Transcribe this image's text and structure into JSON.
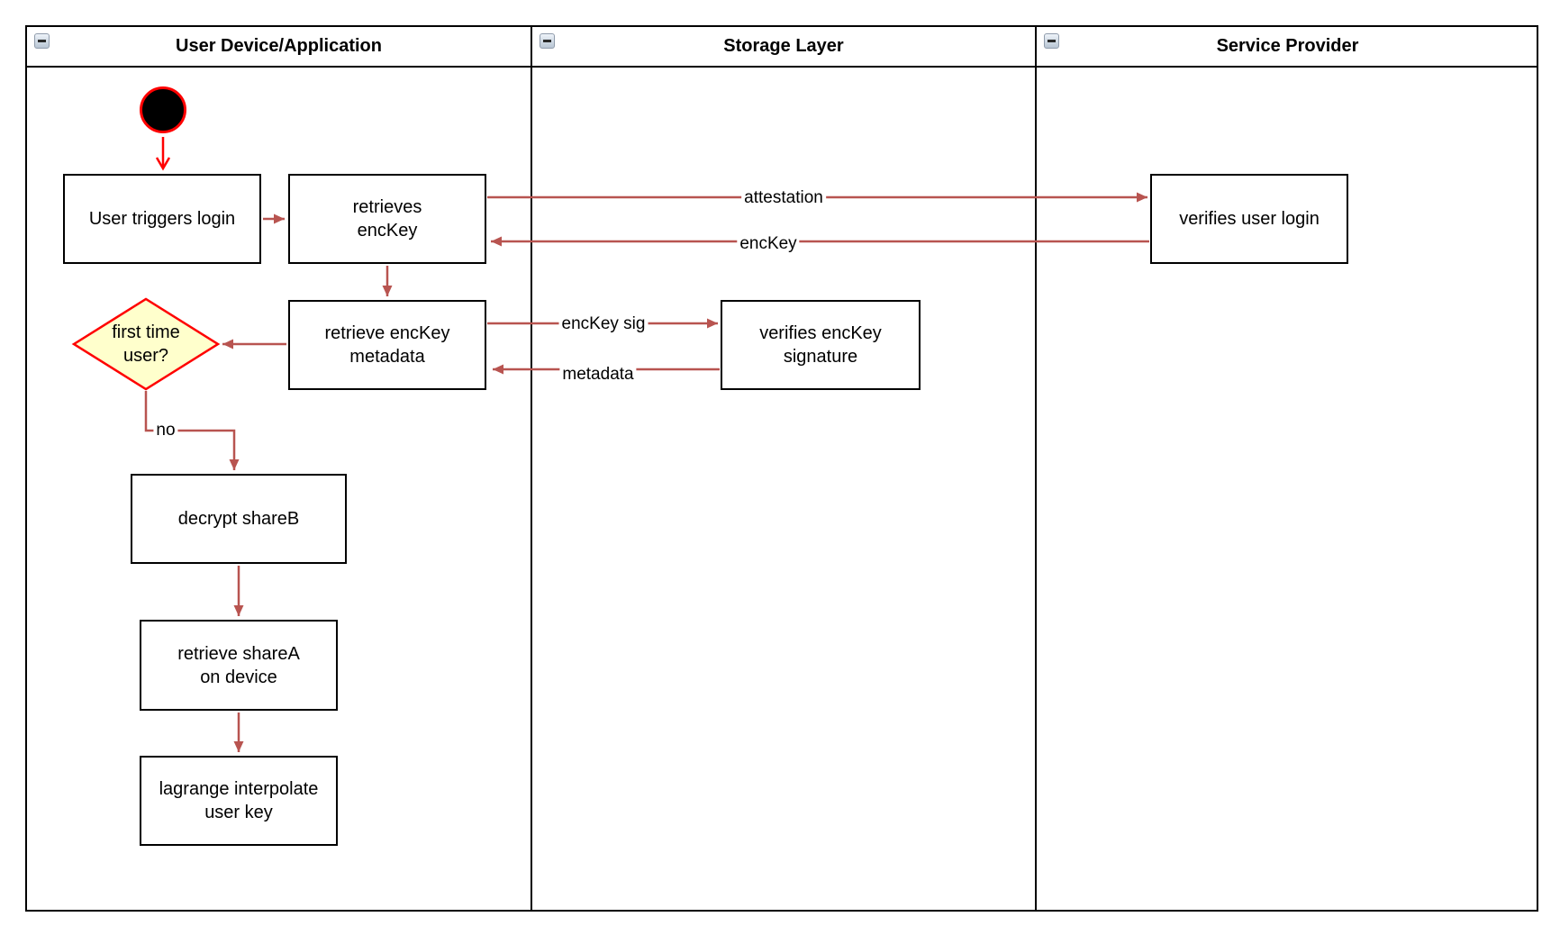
{
  "lanes": [
    {
      "title": "User Device/Application"
    },
    {
      "title": "Storage Layer"
    },
    {
      "title": "Service Provider"
    }
  ],
  "nodes": {
    "start": {
      "type": "initial-node"
    },
    "login": {
      "label": "User triggers login"
    },
    "retrieves": {
      "label": "retrieves\nencKey"
    },
    "metadata": {
      "label": "retrieve encKey\nmetadata"
    },
    "decision": {
      "label": "first time\nuser?"
    },
    "decrypt": {
      "label": "decrypt shareB"
    },
    "sharea": {
      "label": "retrieve shareA\non device"
    },
    "lagrange": {
      "label": "lagrange interpolate\nuser key"
    },
    "verifysig": {
      "label": "verifies encKey\nsignature"
    },
    "verifylogin": {
      "label": "verifies user login"
    }
  },
  "edge_labels": {
    "attestation": "attestation",
    "enckey": "encKey",
    "enckey_sig": "encKey sig",
    "metadata": "metadata",
    "no": "no"
  },
  "icons": {
    "collapse": "minus-icon"
  },
  "colors": {
    "edge_brown": "#b85450",
    "start_red": "#ff0000",
    "decision_fill": "#ffffcc",
    "decision_border": "#ff0000",
    "shape_border": "#000000",
    "background": "#ffffff"
  }
}
